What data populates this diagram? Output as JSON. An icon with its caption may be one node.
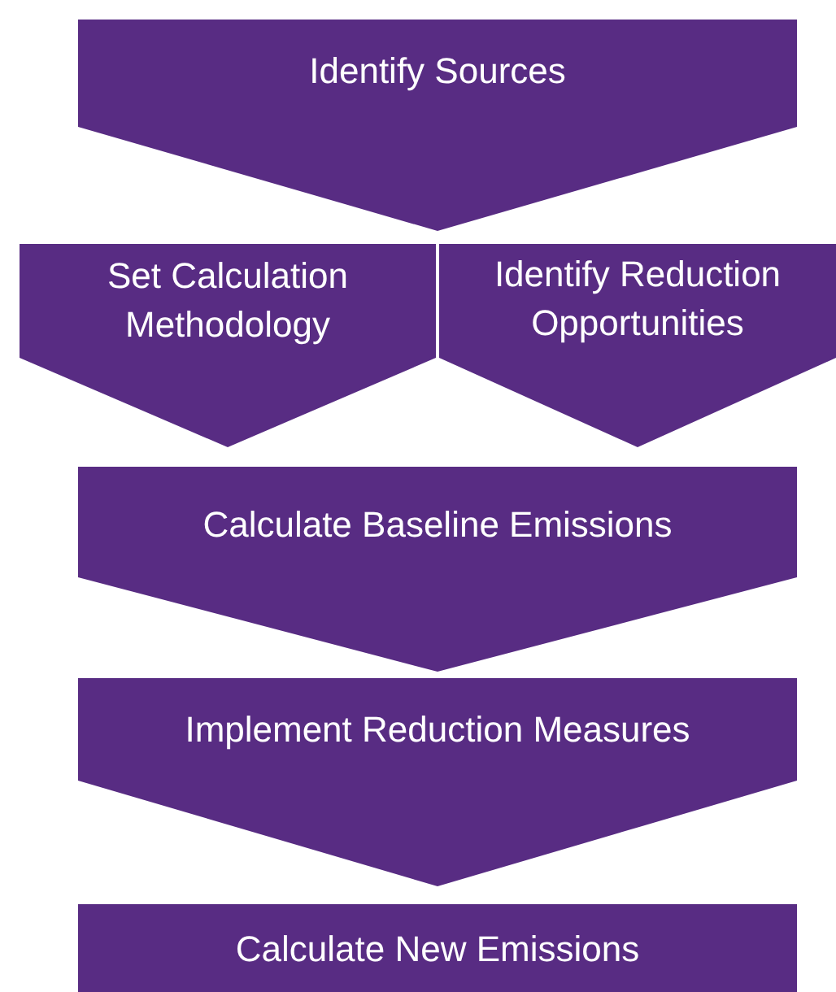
{
  "diagram": {
    "nodes": [
      {
        "text": [
          "Identify Sources"
        ]
      },
      {
        "text": [
          "Set Calculation Methodology"
        ]
      },
      {
        "text": [
          "Identify Reduction Opportunities"
        ]
      },
      {
        "text": [
          "Calculate Baseline Emissions"
        ]
      },
      {
        "text": [
          "Implement Reduction Measures"
        ]
      },
      {
        "text": [
          "Calculate New Emissions"
        ]
      }
    ]
  }
}
